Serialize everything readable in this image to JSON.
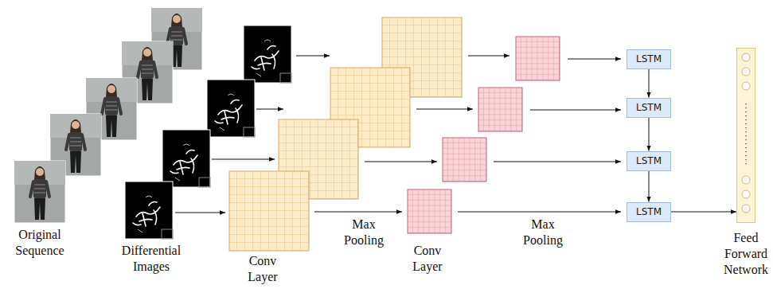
{
  "diagram": {
    "nodes": [
      {
        "text": [
          "LSTM"
        ]
      },
      {
        "text": [
          "LSTM"
        ]
      },
      {
        "text": [
          "LSTM"
        ]
      },
      {
        "text": [
          "LSTM"
        ]
      },
      {
        "text": [
          "Feed Forward Network"
        ]
      }
    ],
    "edges": [
      {
        "from": 0,
        "to": 1,
        "arrow": "to"
      },
      {
        "from": 1,
        "to": 2,
        "arrow": "to"
      },
      {
        "from": 2,
        "to": 3,
        "arrow": "to"
      },
      {
        "from": 3,
        "to": 4,
        "arrow": "to"
      }
    ],
    "labels": [
      "Original Sequence",
      "Differential Images",
      "Conv Layer",
      "Max Pooling",
      "Conv Layer",
      "Max Pooling"
    ]
  }
}
